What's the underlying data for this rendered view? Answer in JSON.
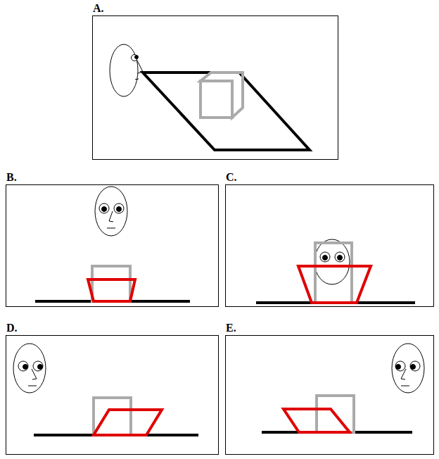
{
  "diagram": {
    "nodes": [
      {
        "text": [
          "A."
        ]
      },
      {
        "text": [
          "B."
        ]
      },
      {
        "text": [
          "C."
        ]
      },
      {
        "text": [
          "D."
        ]
      },
      {
        "text": [
          "E."
        ]
      }
    ]
  }
}
